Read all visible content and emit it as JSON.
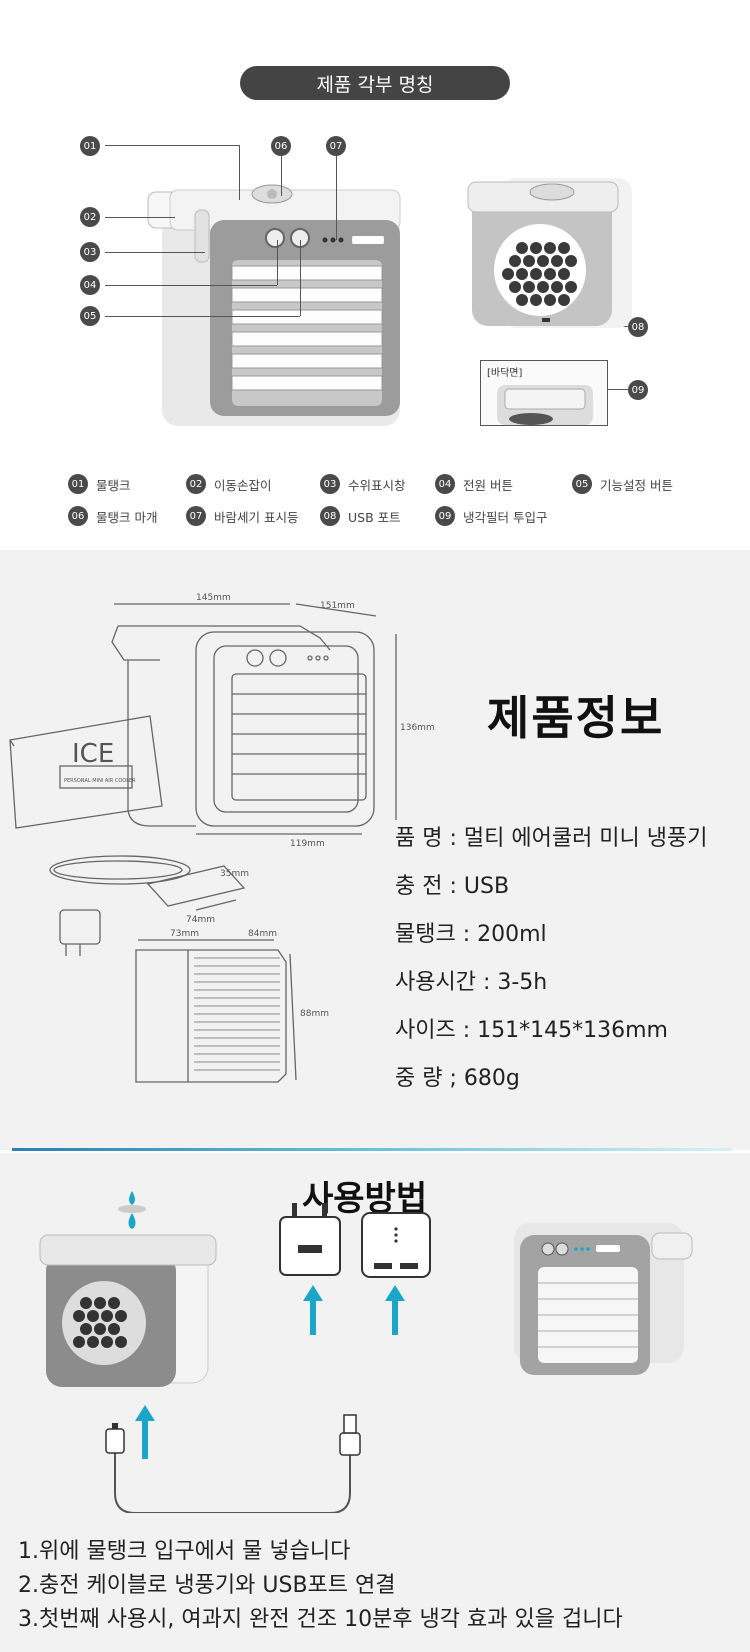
{
  "parts_section": {
    "title": "제품 각부 명칭",
    "callouts": [
      "01",
      "06",
      "07",
      "02",
      "03",
      "04",
      "05",
      "08",
      "09"
    ],
    "bottom_label": "[바닥면]",
    "legend": [
      {
        "num": "01",
        "label": "물탱크"
      },
      {
        "num": "02",
        "label": "이동손잡이"
      },
      {
        "num": "03",
        "label": "수위표시창"
      },
      {
        "num": "04",
        "label": "전원 버튼"
      },
      {
        "num": "05",
        "label": "기능설정 버튼"
      },
      {
        "num": "06",
        "label": "물탱크 마개"
      },
      {
        "num": "07",
        "label": "바람세기 표시등"
      },
      {
        "num": "08",
        "label": "USB 포트"
      },
      {
        "num": "09",
        "label": "냉각필터 투입구"
      }
    ]
  },
  "info_section": {
    "title": "제품정보",
    "dimensions": {
      "width": "145mm",
      "depth": "151mm",
      "height": "136mm",
      "base": "119mm",
      "card_w": "35mm",
      "card_l": "74mm",
      "filter_w": "73mm",
      "filter_d": "84mm",
      "filter_h": "88mm"
    },
    "manual_text": "PERSONAL MINI AIR COOLER",
    "specs": [
      "품  명 : 멀티 에어쿨러 미니 냉풍기",
      "충  전 : USB",
      "물탱크 : 200ml",
      "사용시간 : 3-5h",
      "사이즈 : 151*145*136mm",
      "중  량 ; 680g"
    ]
  },
  "usage_section": {
    "title": "사용방법",
    "steps": [
      "1.위에 물탱크 입구에서 물 넣습니다",
      "2.충전 케이블로 냉풍기와 USB포트 연결",
      "3.첫번째 사용시, 여과지 완전 건조 10분후 냉각 효과 있을 겁니다"
    ]
  },
  "colors": {
    "accent_blue": "#1aa6c8",
    "pill_bg": "#444444"
  }
}
